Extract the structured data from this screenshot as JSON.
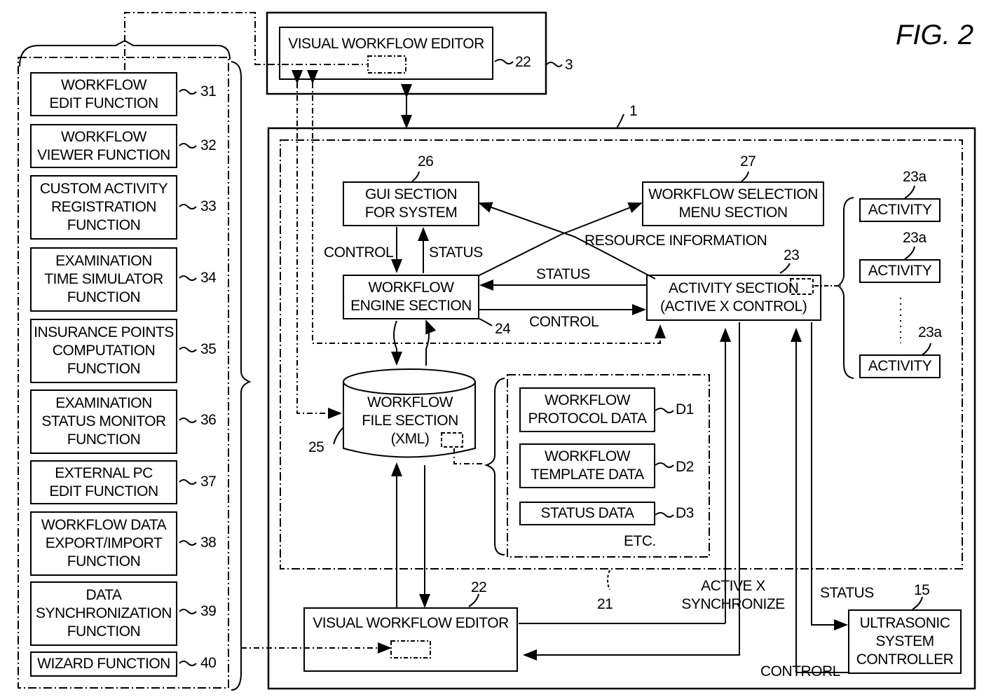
{
  "figure_label": "FIG. 2",
  "left_panel": {
    "items": [
      {
        "label": "WORKFLOW\nEDIT FUNCTION",
        "ref": "31"
      },
      {
        "label": "WORKFLOW\nVIEWER FUNCTION",
        "ref": "32"
      },
      {
        "label": "CUSTOM ACTIVITY\nREGISTRATION\nFUNCTION",
        "ref": "33"
      },
      {
        "label": "EXAMINATION\nTIME SIMULATOR\nFUNCTION",
        "ref": "34"
      },
      {
        "label": "INSURANCE POINTS\nCOMPUTATION\nFUNCTION",
        "ref": "35"
      },
      {
        "label": "EXAMINATION\nSTATUS MONITOR\nFUNCTION",
        "ref": "36"
      },
      {
        "label": "EXTERNAL PC\nEDIT FUNCTION",
        "ref": "37"
      },
      {
        "label": "WORKFLOW DATA\nEXPORT/IMPORT\nFUNCTION",
        "ref": "38"
      },
      {
        "label": "DATA\nSYNCHRONIZATION\nFUNCTION",
        "ref": "39"
      },
      {
        "label": "WIZARD FUNCTION",
        "ref": "40"
      }
    ]
  },
  "top_editor": {
    "label": "VISUAL WORKFLOW EDITOR",
    "ref": "22",
    "outer_ref": "3"
  },
  "system_ref": "1",
  "inner_ref": "21",
  "gui_section": {
    "label": "GUI SECTION\nFOR SYSTEM",
    "ref": "26"
  },
  "selection_menu": {
    "label": "WORKFLOW SELECTION\nMENU SECTION",
    "ref": "27"
  },
  "engine": {
    "label": "WORKFLOW\nENGINE SECTION",
    "ref": "24"
  },
  "activity_section": {
    "label": "ACTIVITY SECTION\n(ACTIVE X CONTROL)",
    "ref": "23"
  },
  "activities": [
    {
      "label": "ACTIVITY",
      "ref": "23a"
    },
    {
      "label": "ACTIVITY",
      "ref": "23a"
    },
    {
      "label": "ACTIVITY",
      "ref": "23a"
    }
  ],
  "file_section": {
    "label": "WORKFLOW\nFILE SECTION\n(XML)",
    "ref": "25"
  },
  "data_items": [
    {
      "label": "WORKFLOW\nPROTOCOL DATA",
      "ref": "D1"
    },
    {
      "label": "WORKFLOW\nTEMPLATE DATA",
      "ref": "D2"
    },
    {
      "label": "STATUS DATA",
      "ref": "D3"
    }
  ],
  "etc_label": "ETC.",
  "bottom_editor": {
    "label": "VISUAL WORKFLOW EDITOR",
    "ref": "22"
  },
  "ultrasonic": {
    "label": "ULTRASONIC\nSYSTEM\nCONTROLLER",
    "ref": "15"
  },
  "edge_labels": {
    "control_gui": "CONTROL",
    "status_gui": "STATUS",
    "resource_info": "RESOURCE INFORMATION",
    "status_engine": "STATUS",
    "control_engine": "CONTROL",
    "activex_sync": "ACTIVE X\nSYNCHRONIZE",
    "status_us": "STATUS",
    "control_us": "CONTRORL"
  }
}
